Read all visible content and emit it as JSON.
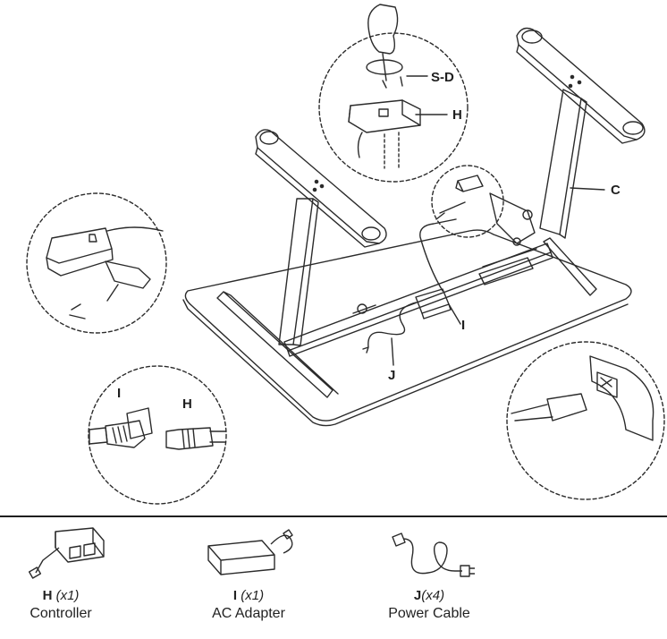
{
  "callouts": {
    "screws": "S-D",
    "controller_top": "H",
    "frame": "C",
    "adapter": "I",
    "power_cable": "J",
    "connector_i": "I",
    "connector_h": "H"
  },
  "parts": [
    {
      "code": "H",
      "qty": "(x1)",
      "name": "Controller",
      "icon": "controller-icon"
    },
    {
      "code": "I",
      "qty": "(x1)",
      "name": "AC Adapter",
      "icon": "ac-adapter-icon"
    },
    {
      "code": "J",
      "qty": "(x4)",
      "name": "Power Cable",
      "icon": "power-cable-icon"
    }
  ]
}
